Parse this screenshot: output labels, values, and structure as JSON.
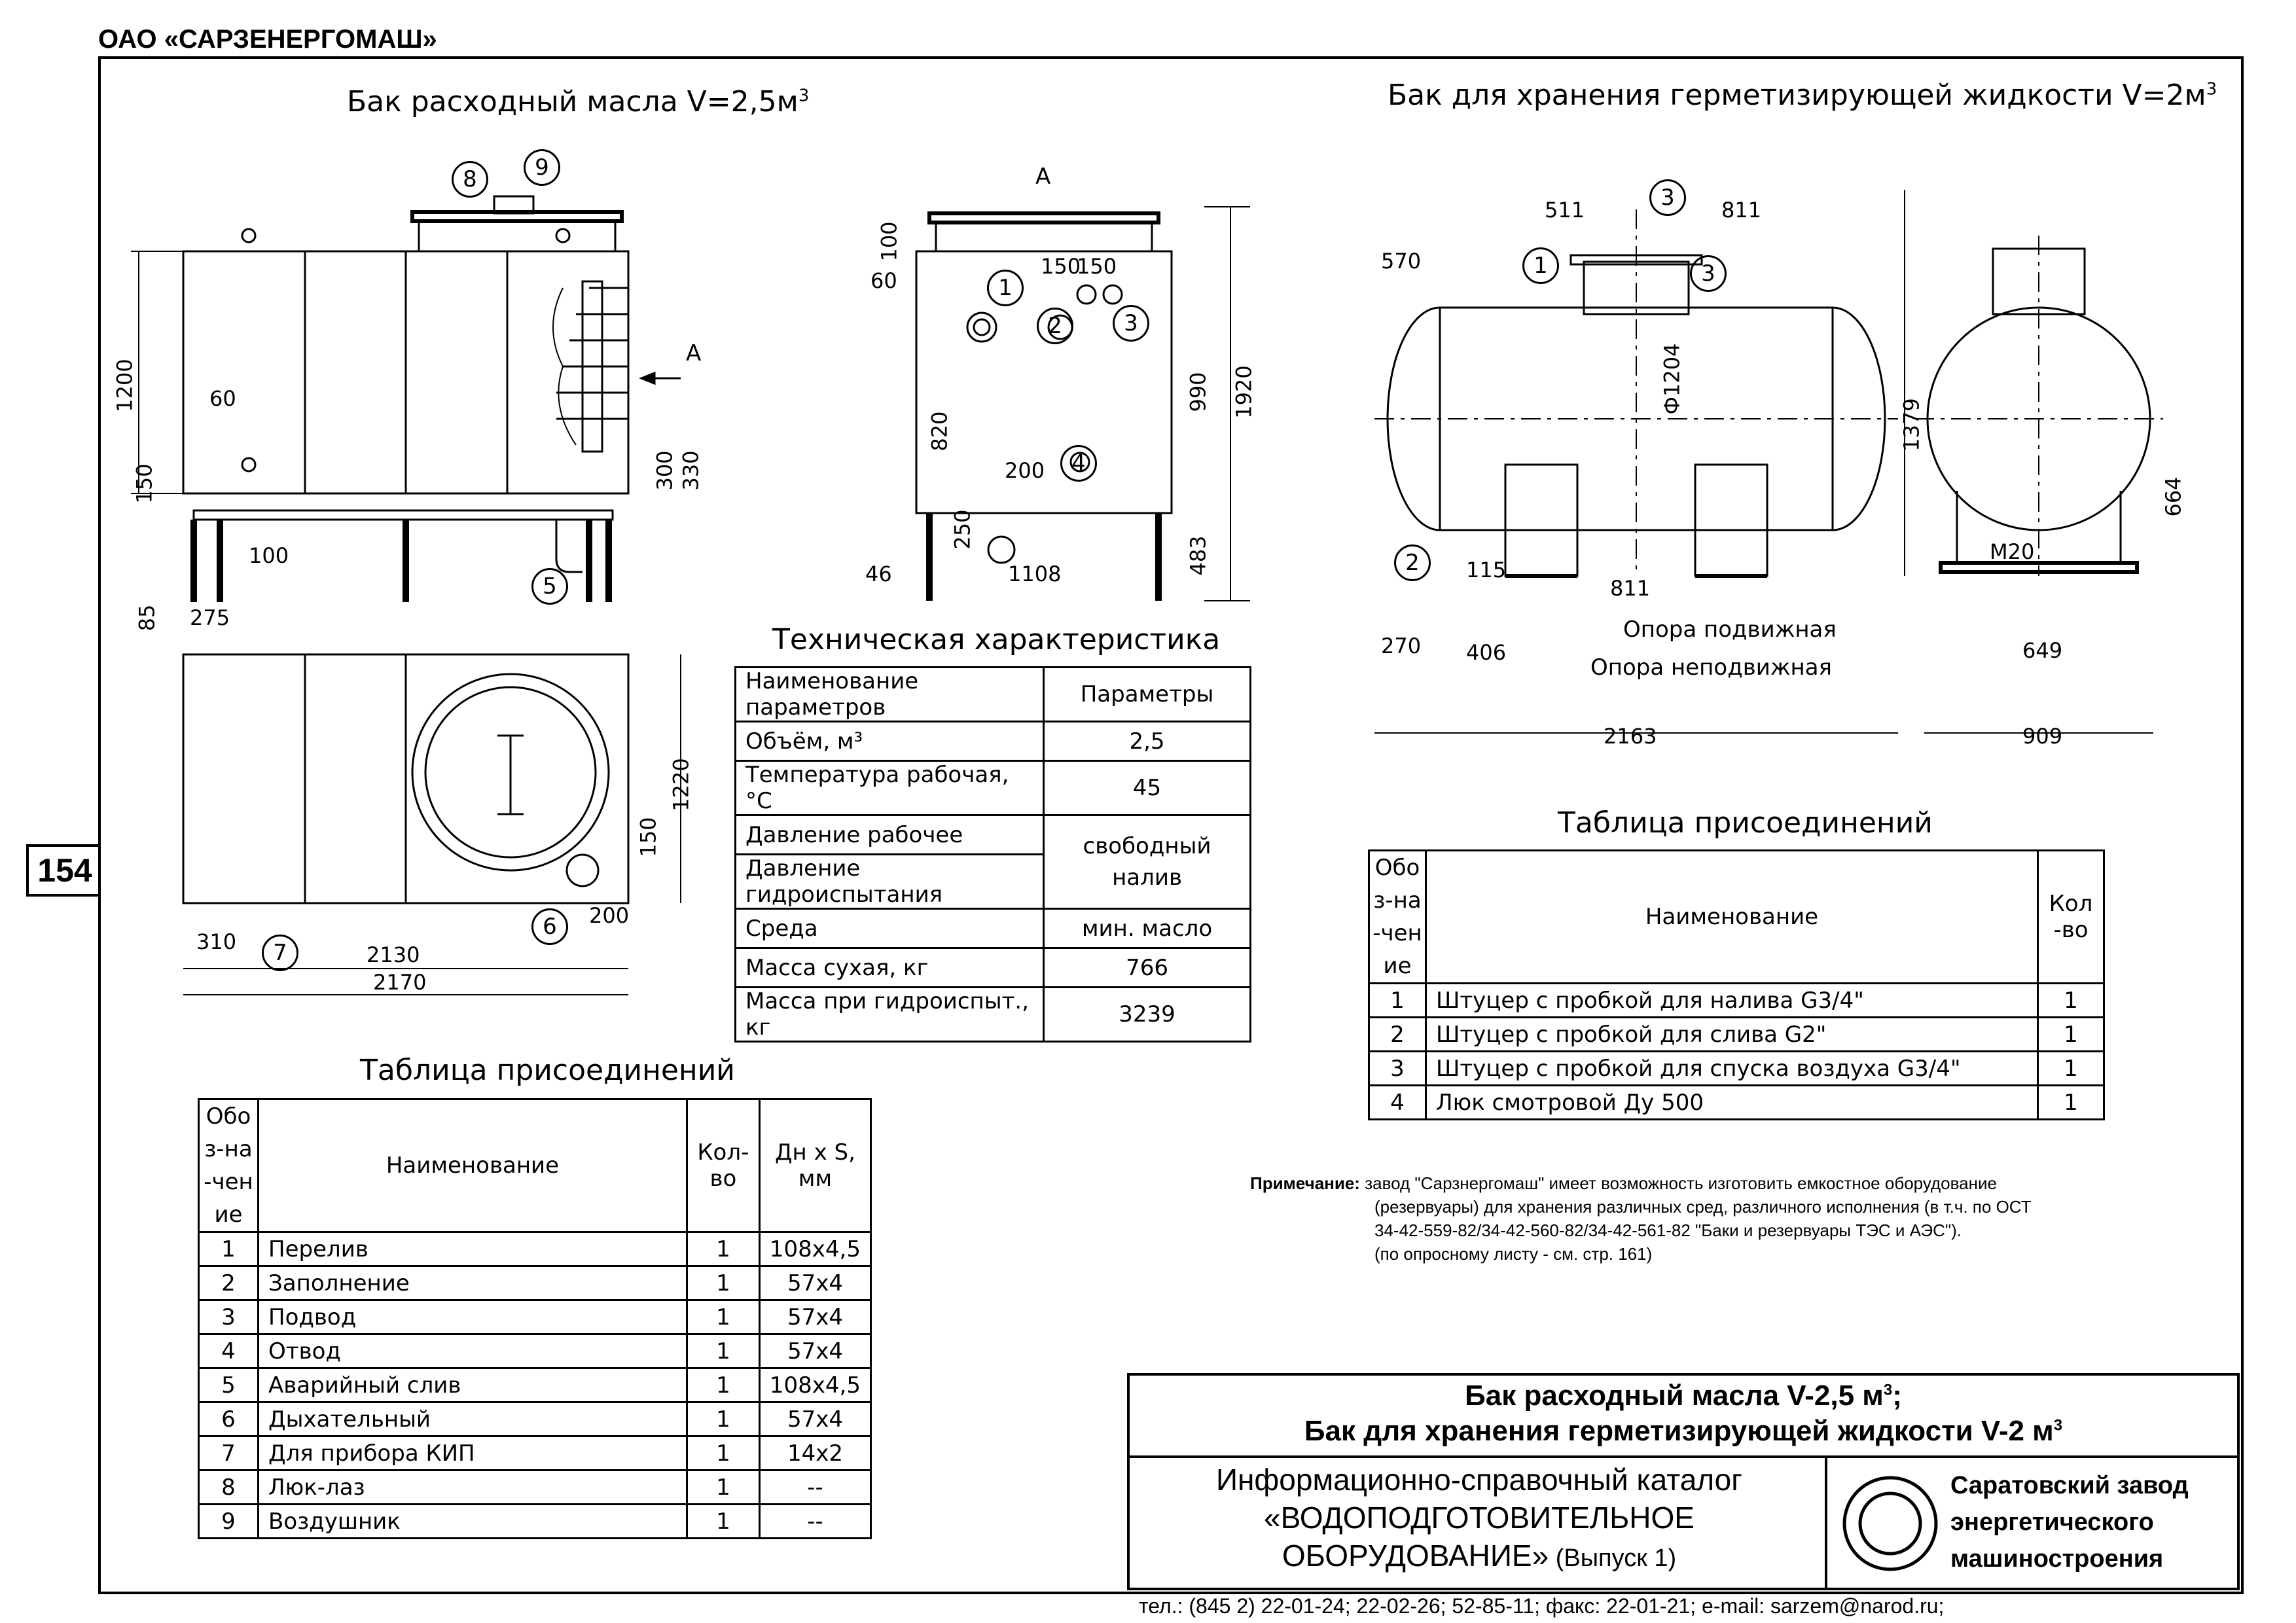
{
  "company": "ОАО «САРЗЕНЕРГОМАШ»",
  "page_number": "154",
  "tank1": {
    "title": "Бак расходный масла V=2,5м",
    "title_sup": "3",
    "view_label": "А",
    "dims": [
      "1200",
      "60",
      "150",
      "100",
      "300",
      "330",
      "100",
      "60",
      "820",
      "990",
      "1920",
      "200",
      "250",
      "150",
      "150",
      "1108",
      "46",
      "483",
      "85",
      "275",
      "1220",
      "150",
      "310",
      "200",
      "2130",
      "2170"
    ],
    "callouts": [
      "1",
      "2",
      "3",
      "4",
      "5",
      "6",
      "7",
      "8",
      "9"
    ]
  },
  "tank2": {
    "title": "Бак для хранения герметизирующей жидкости V=2м",
    "title_sup": "3",
    "dims": [
      "511",
      "811",
      "570",
      "Ф1204",
      "1379",
      "115",
      "811",
      "270",
      "406",
      "2163",
      "664",
      "М20",
      "649",
      "909"
    ],
    "support_movable": "Опора подвижная",
    "support_fixed": "Опора неподвижная"
  },
  "tech": {
    "caption": "Техническая характеристика",
    "head": [
      "Наименование параметров",
      "Параметры"
    ],
    "rows": [
      [
        "Объём, м³",
        "2,5"
      ],
      [
        "Температура рабочая, °С",
        "45"
      ],
      [
        "Давление рабочее",
        "свободный налив"
      ],
      [
        "Давление гидроиспытания",
        ""
      ],
      [
        "Среда",
        "мин. масло"
      ],
      [
        "Масса сухая, кг",
        "766"
      ],
      [
        "Масса при гидроиспыт., кг",
        "3239"
      ]
    ]
  },
  "conn1": {
    "caption": "Таблица присоединений",
    "head": [
      "Обоз-на-чение",
      "Наименование",
      "Кол-во",
      "Дн х S, мм"
    ],
    "rows": [
      [
        "1",
        "Перелив",
        "1",
        "108х4,5"
      ],
      [
        "2",
        "Заполнение",
        "1",
        "57х4"
      ],
      [
        "3",
        "Подвод",
        "1",
        "57х4"
      ],
      [
        "4",
        "Отвод",
        "1",
        "57х4"
      ],
      [
        "5",
        "Аварийный слив",
        "1",
        "108х4,5"
      ],
      [
        "6",
        "Дыхательный",
        "1",
        "57х4"
      ],
      [
        "7",
        "Для прибора КИП",
        "1",
        "14х2"
      ],
      [
        "8",
        "Люк-лаз",
        "1",
        "--"
      ],
      [
        "9",
        "Воздушник",
        "1",
        "--"
      ]
    ]
  },
  "conn2": {
    "caption": "Таблица присоединений",
    "head": [
      "Обоз-на-чение",
      "Наименование",
      "Кол-во"
    ],
    "rows": [
      [
        "1",
        "Штуцер с пробкой  для налива G3/4\"",
        "1"
      ],
      [
        "2",
        "Штуцер с пробкой  для слива G2\"",
        "1"
      ],
      [
        "3",
        "Штуцер с пробкой   для спуска воздуха G3/4\"",
        "1"
      ],
      [
        "4",
        "Люк смотровой  Ду 500",
        "1"
      ]
    ]
  },
  "note": {
    "label": "Примечание:",
    "line1": "завод \"Сарзнергомаш\" имеет возможность изготовить емкостное оборудование",
    "line2": "(резервуары) для хранения различных сред, различного исполнения (в т.ч. по ОСТ",
    "line3": "34-42-559-82/34-42-560-82/34-42-561-82 \"Баки и резервуары ТЭС и АЭС\").",
    "line4": "(по опросному листу - см. стр. 161)"
  },
  "titleblock": {
    "line1": "Бак расходный масла V-2,5 м",
    "line1_sup": "3",
    "line1_end": ";",
    "line2": "Бак для хранения герметизирующей жидкости V-2 м",
    "line2_sup": "3",
    "catalog1": "Информационно-справочный каталог",
    "catalog2": "«ВОДОПОДГОТОВИТЕЛЬНОЕ",
    "catalog3": "ОБОРУДОВАНИЕ»",
    "catalog3_small": " (Выпуск 1)",
    "plant1": "Саратовский завод",
    "plant2": "энергетического",
    "plant3": "машиностроения"
  },
  "footer": "тел.: (845 2) 22-01-24; 22-02-26; 52-85-11; факс: 22-01-21; e-mail: sarzem@narod.ru;"
}
